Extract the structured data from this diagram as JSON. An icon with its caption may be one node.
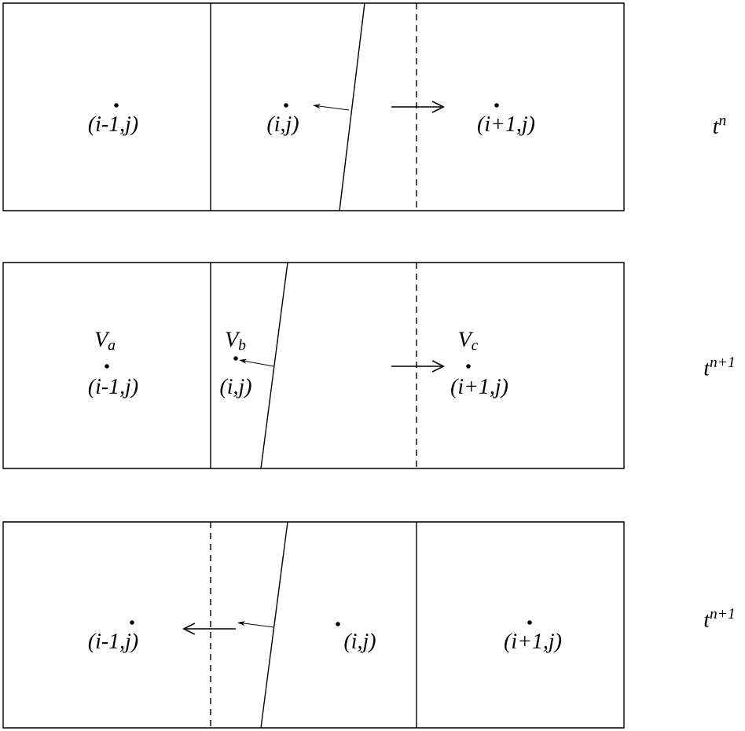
{
  "diagram": {
    "nodes": [
      {
        "text": [
          "(i-1,j)"
        ]
      },
      {
        "text": [
          "(i,j)"
        ]
      },
      {
        "text": [
          "(i+1,j)"
        ]
      },
      {
        "text": [
          "V$_{a}$",
          "(i-1,j)"
        ]
      },
      {
        "text": [
          "V$_{b}$",
          "(i,j)"
        ]
      },
      {
        "text": [
          "V$_{c}$",
          "(i+1,j)"
        ]
      },
      {
        "text": [
          "(i-1,j)"
        ]
      },
      {
        "text": [
          "(i,j)"
        ]
      },
      {
        "text": [
          "(i+1,j)"
        ]
      }
    ],
    "labels": [
      "t$^{n}$",
      "t$^{n+1}$",
      "t$^{n+1}$"
    ]
  }
}
